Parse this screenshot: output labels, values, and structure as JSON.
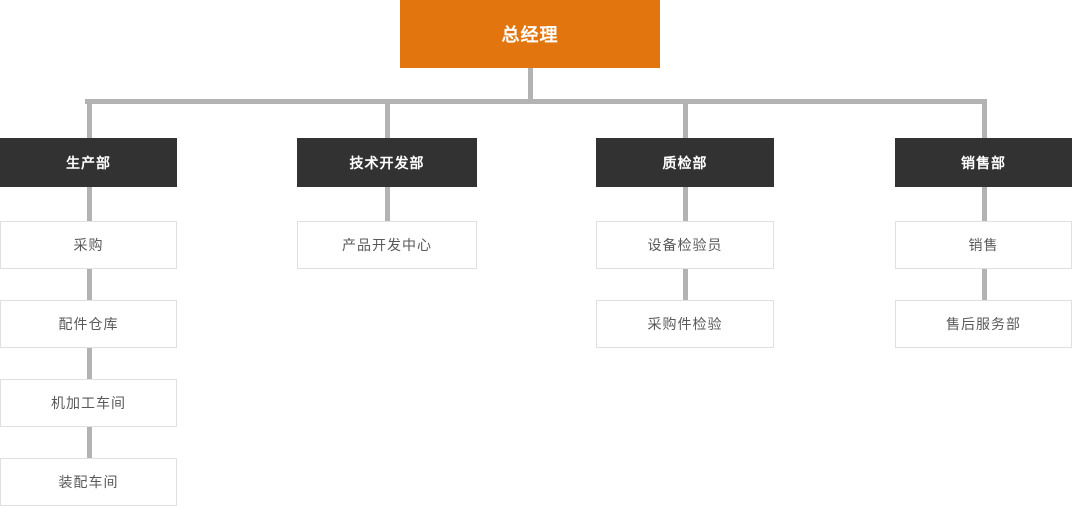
{
  "page": {
    "background": "#ffffff"
  },
  "colors": {
    "root_node_bg": "#e2750e",
    "root_node_text": "#ffffff",
    "department_node_bg": "#323232",
    "department_node_text": "#ffffff",
    "child_node_bg": "#ffffff",
    "child_node_border": "#e0e0e0",
    "child_node_text": "#595959",
    "connector": "#b3b3b3"
  },
  "chart": {
    "type": "org-chart",
    "root": {
      "label": "总经理"
    },
    "departments": [
      {
        "label": "生产部",
        "children": [
          "采购",
          "配件仓库",
          "机加工车间",
          "装配车间"
        ]
      },
      {
        "label": "技术开发部",
        "children": [
          "产品开发中心"
        ]
      },
      {
        "label": "质检部",
        "children": [
          "设备检验员",
          "采购件检验"
        ]
      },
      {
        "label": "销售部",
        "children": [
          "销售",
          "售后服务部"
        ]
      }
    ]
  }
}
